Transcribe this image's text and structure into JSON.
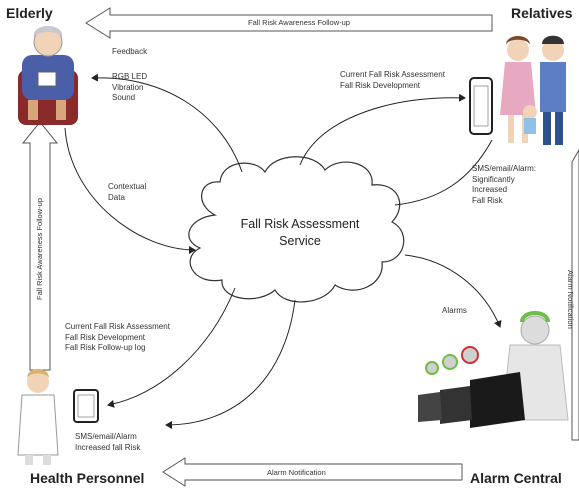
{
  "labels": {
    "elderly": "Elderly",
    "relatives": "Relatives",
    "health_personnel": "Health Personnel",
    "alarm_central": "Alarm Central"
  },
  "cloud": {
    "line1": "Fall Risk Assessment",
    "line2": "Service"
  },
  "arrows": {
    "top": "Fall Risk Awareness Follow-up",
    "left_vertical": "Fall Risk Awareness Follow-up",
    "bottom": "Alarm Notification",
    "right_vertical": "Alarm Notification"
  },
  "annotations": {
    "feedback": "Feedback",
    "feedback_items": [
      "RGB LED",
      "Vibration",
      "Sound"
    ],
    "contextual_data": [
      "Contextual",
      "Data"
    ],
    "relatives_info": [
      "Current Fall Risk Assessment",
      "Fall Risk Development"
    ],
    "relatives_sms": [
      "SMS/email/Alarm:",
      "Significantly",
      "Increased",
      "Fall Risk"
    ],
    "alarms": "Alarms",
    "health_info": [
      "Current Fall Risk Assessment",
      "Fall Risk Development",
      "Fall Risk Follow-up log"
    ],
    "health_sms": [
      "SMS/email/Alarm",
      "Increased fall Risk"
    ]
  }
}
